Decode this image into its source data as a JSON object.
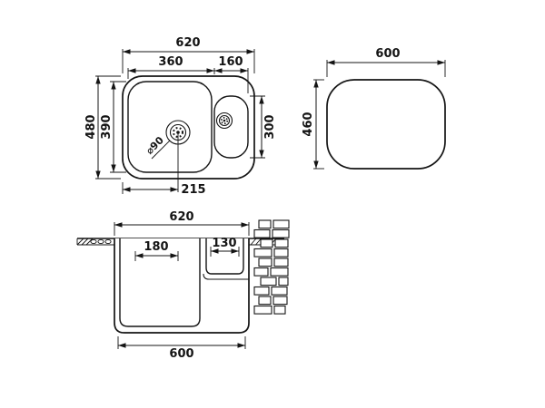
{
  "colors": {
    "line": "#141414",
    "background": "#ffffff"
  },
  "top_view": {
    "overall_width": "620",
    "main_bowl_width": "360",
    "half_bowl_width": "160",
    "overall_depth": "480",
    "main_bowl_depth": "390",
    "half_bowl_depth": "300",
    "drain_offset": "215",
    "drain_diameter": "⌀90"
  },
  "outline_view": {
    "width": "600",
    "depth": "460"
  },
  "section_view": {
    "top_width": "620",
    "main_bowl_dim": "180",
    "half_bowl_dim": "130",
    "bottom_width": "600"
  }
}
